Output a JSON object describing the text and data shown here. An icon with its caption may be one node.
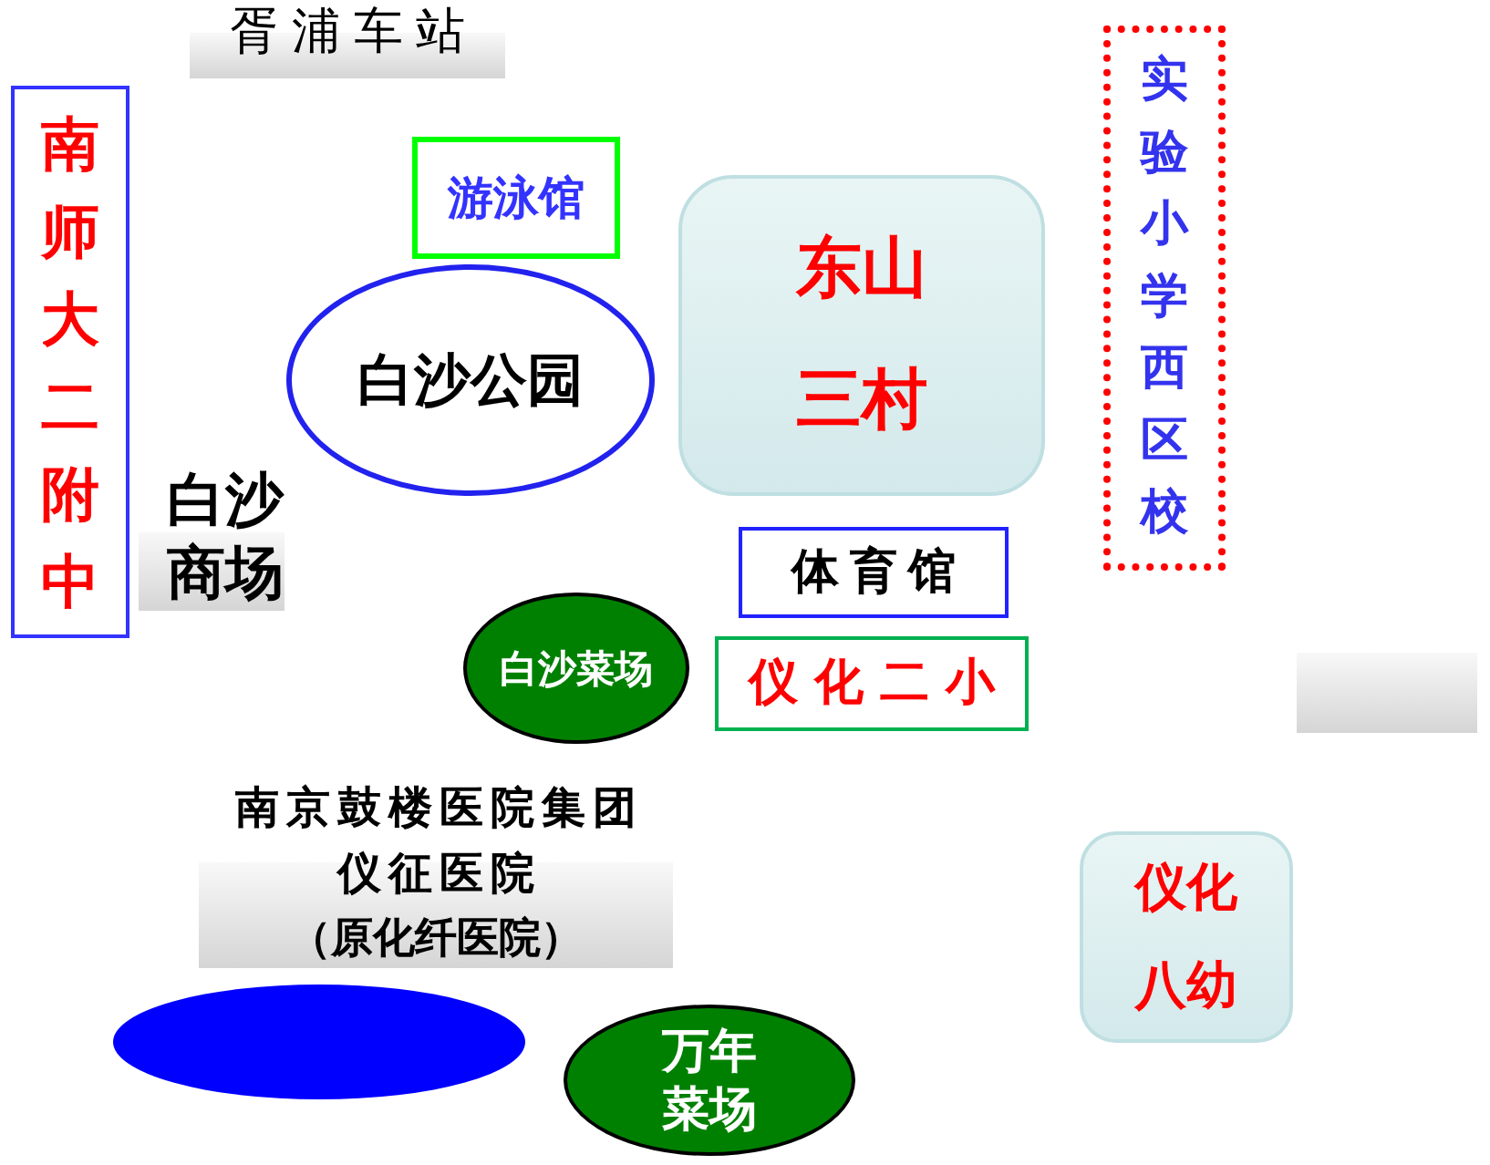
{
  "diagram": {
    "nodes": [
      {
        "text": [
          "胥浦车站"
        ]
      },
      {
        "text": [
          "南师大二附中"
        ]
      },
      {
        "text": [
          "游泳馆"
        ]
      },
      {
        "text": [
          "白沙公园"
        ]
      },
      {
        "text": [
          "东山三村"
        ]
      },
      {
        "text": [
          "实验小学西区校"
        ]
      },
      {
        "text": [
          "白沙商场"
        ]
      },
      {
        "text": [
          "体育馆"
        ]
      },
      {
        "text": [
          "白沙菜场"
        ]
      },
      {
        "text": [
          "仪化二小"
        ]
      },
      {
        "text": [],
        "shape": "bar"
      },
      {
        "text": [
          "南京鼓楼医院集团仪征医院",
          "（原化纤医院）"
        ]
      },
      {
        "text": [
          "仪化八幼"
        ]
      },
      {
        "text": [],
        "shape": "circle"
      },
      {
        "text": [
          "万年菜场"
        ]
      }
    ]
  }
}
